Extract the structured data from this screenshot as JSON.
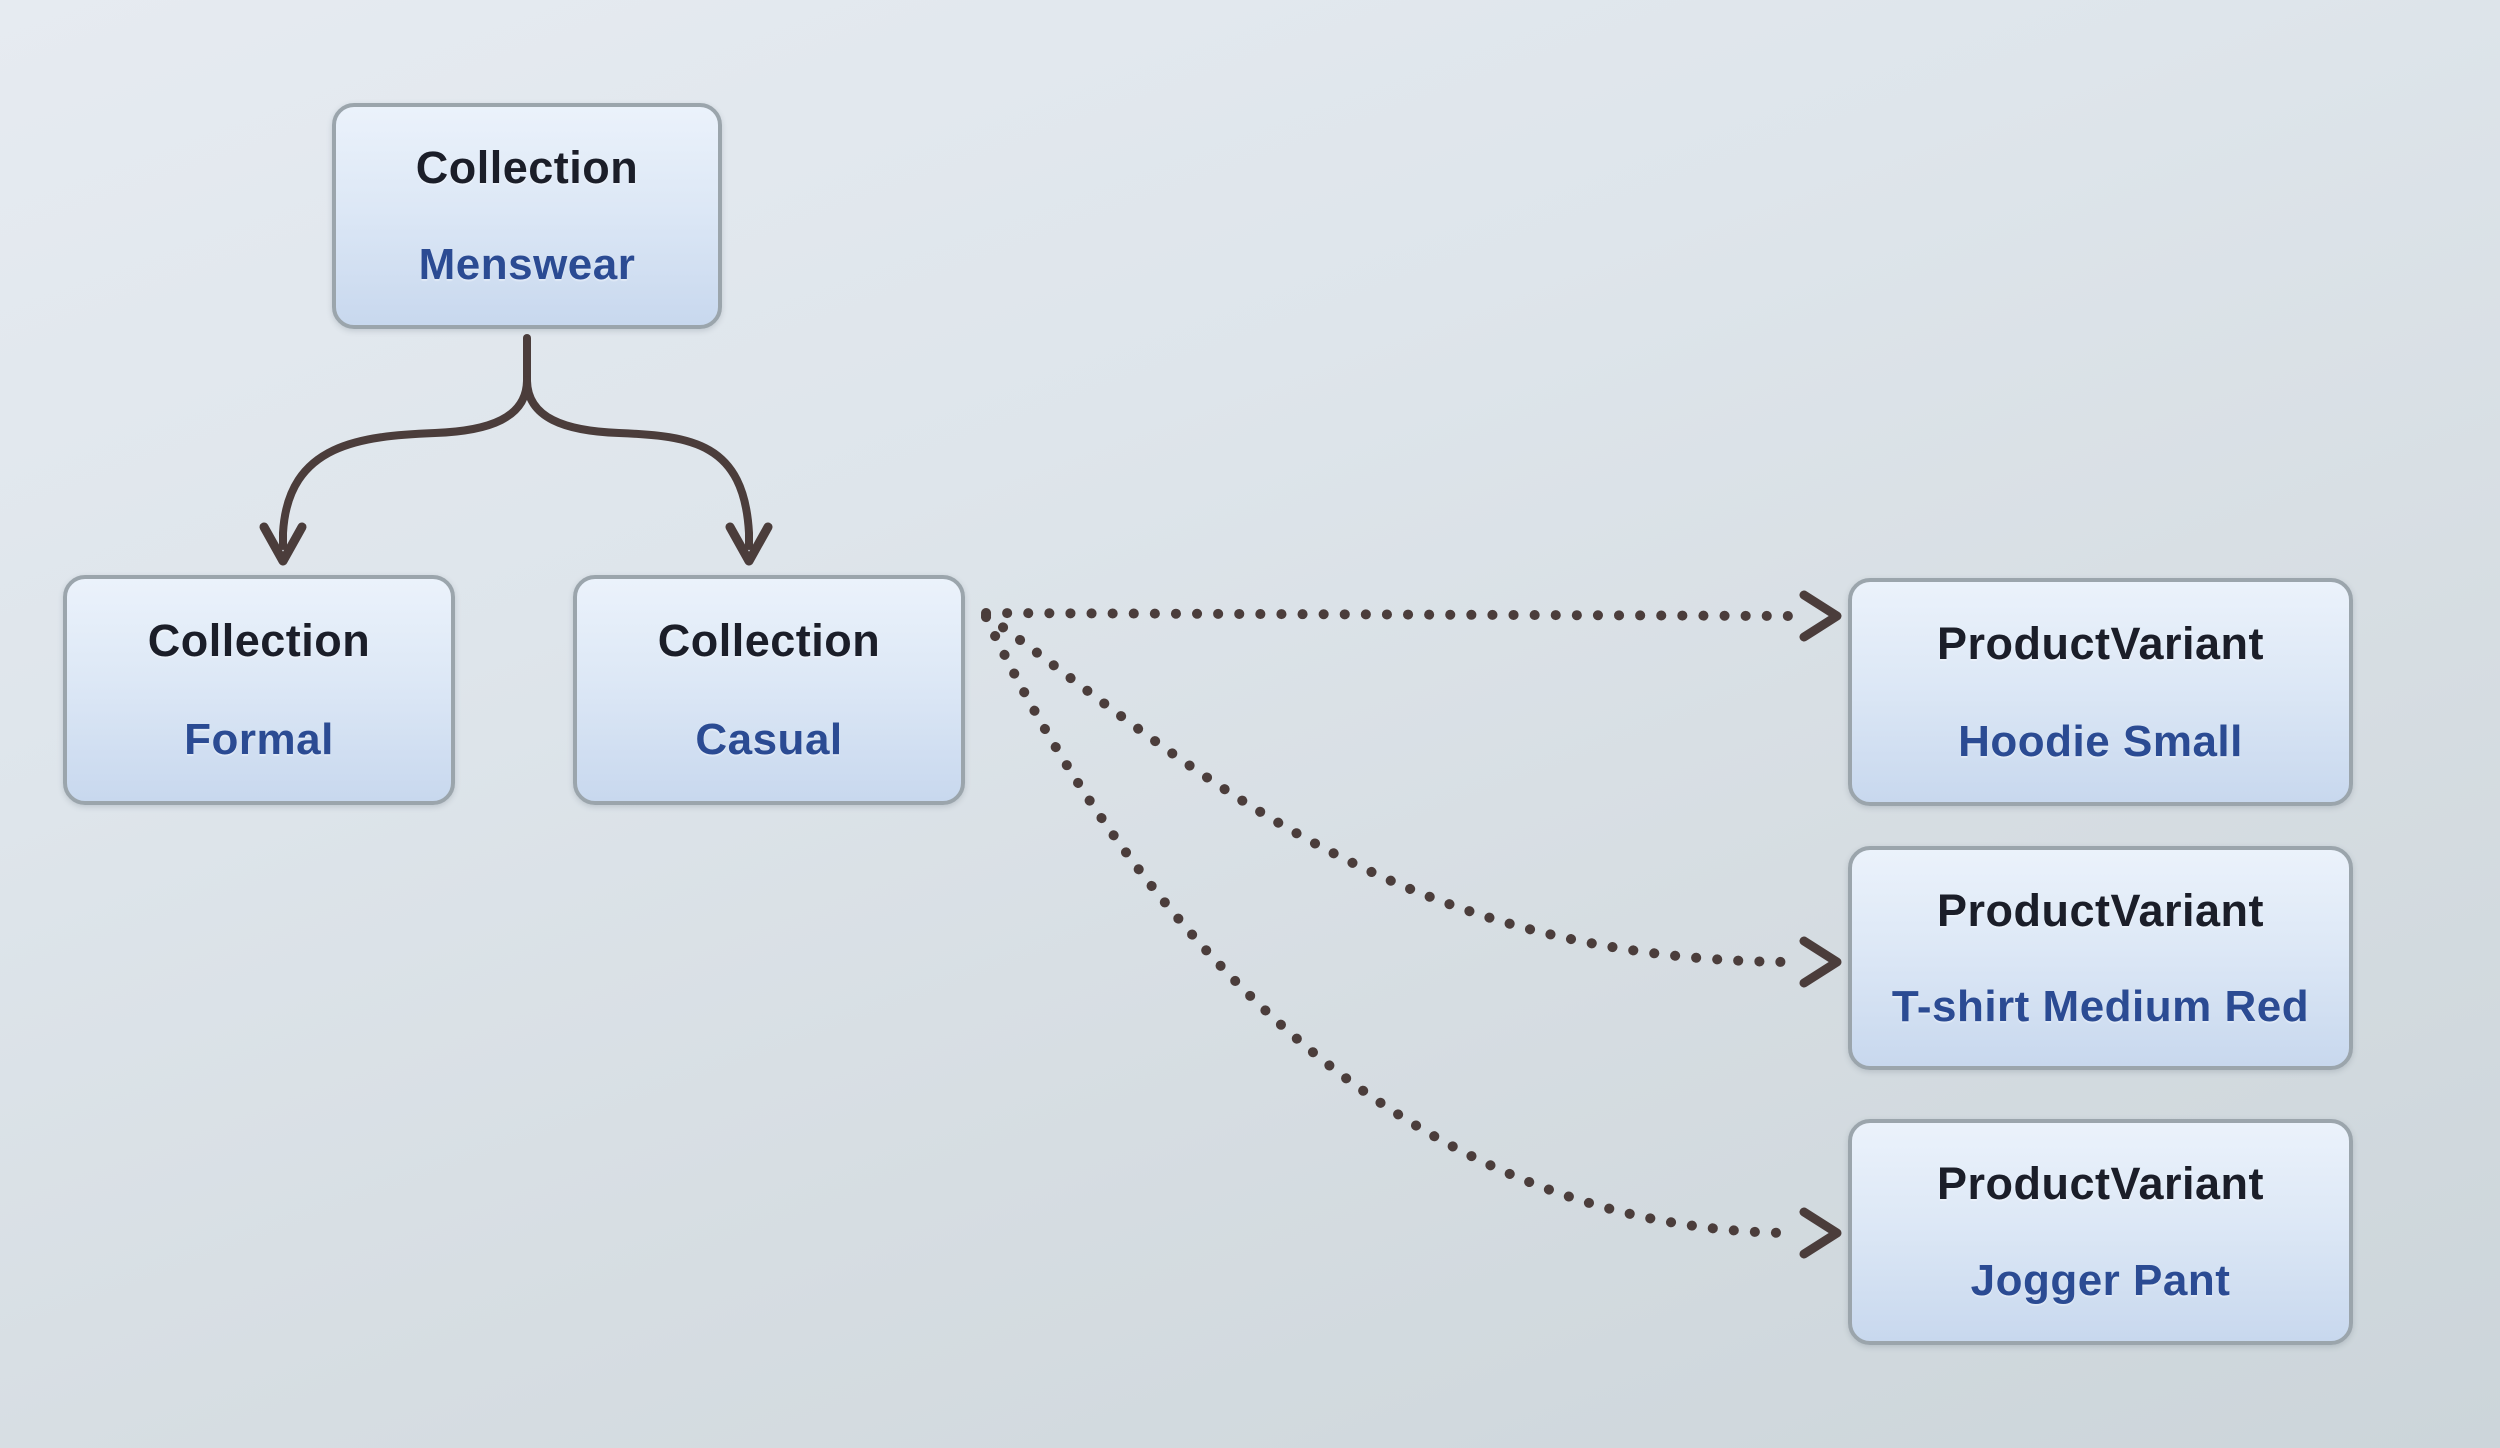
{
  "diagram": {
    "nodes": [
      {
        "id": "collection-menswear",
        "type": "Collection",
        "label": "Menswear"
      },
      {
        "id": "collection-formal",
        "type": "Collection",
        "label": "Formal"
      },
      {
        "id": "collection-casual",
        "type": "Collection",
        "label": "Casual"
      },
      {
        "id": "variant-hoodie",
        "type": "ProductVariant",
        "label": "Hoodie Small"
      },
      {
        "id": "variant-tshirt",
        "type": "ProductVariant",
        "label": "T-shirt Medium Red"
      },
      {
        "id": "variant-jogger",
        "type": "ProductVariant",
        "label": "Jogger Pant"
      }
    ],
    "edges": [
      {
        "from": "collection-menswear",
        "to": "collection-formal",
        "style": "solid-arrow"
      },
      {
        "from": "collection-menswear",
        "to": "collection-casual",
        "style": "solid-arrow"
      },
      {
        "from": "collection-casual",
        "to": "variant-hoodie",
        "style": "dotted-arrow"
      },
      {
        "from": "collection-casual",
        "to": "variant-tshirt",
        "style": "dotted-arrow"
      },
      {
        "from": "collection-casual",
        "to": "variant-jogger",
        "style": "dotted-arrow"
      }
    ],
    "colors": {
      "node_type_text": "#1b1e29",
      "node_label_text": "#2b4b93",
      "node_border": "#9ba5ac",
      "node_fill_top": "#ebf2fb",
      "node_fill_bottom": "#c8d8ee",
      "edge_stroke": "#4b3d3b",
      "background_top": "#e6ebf1",
      "background_bottom": "#ccd5da"
    }
  }
}
